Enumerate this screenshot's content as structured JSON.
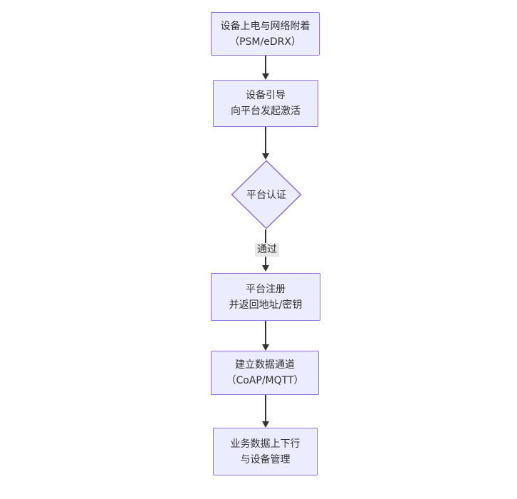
{
  "diagram": {
    "type": "flowchart-top-down",
    "colors": {
      "background": "#ffffff",
      "node_fill": "#ECECFF",
      "node_border": "#9370DB",
      "edge": "#333333",
      "text": "#333333",
      "edge_label_bg": "#e8e8e8"
    },
    "nodes": {
      "power_attach": {
        "line1": "设备上电与网络附着",
        "line2": "（PSM/eDRX）"
      },
      "bootstrap": {
        "line1": "设备引导",
        "line2": "向平台发起激活"
      },
      "platform_auth": {
        "label": "平台认证"
      },
      "register": {
        "line1": "平台注册",
        "line2": "并返回地址/密钥"
      },
      "data_channel": {
        "line1": "建立数据通道",
        "line2": "（CoAP/MQTT）"
      },
      "business": {
        "line1": "业务数据上下行",
        "line2": "与设备管理"
      }
    },
    "edge_labels": {
      "auth_pass": "通过"
    }
  }
}
